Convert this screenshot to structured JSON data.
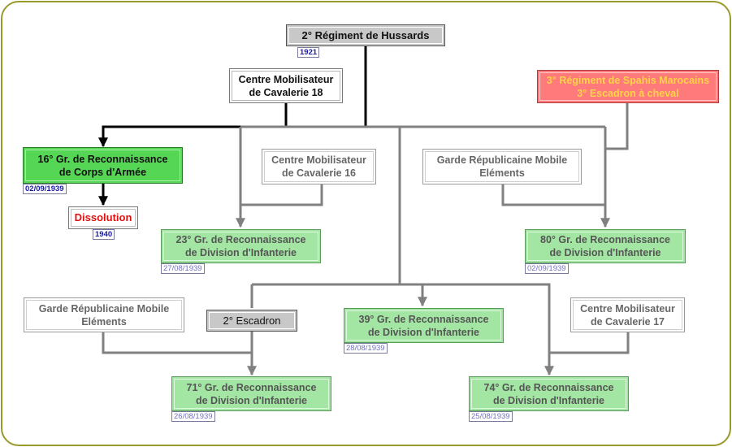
{
  "nodes": {
    "hussards": {
      "label": "2° Régiment de Hussards",
      "date": "1921"
    },
    "cmc18": {
      "line1": "Centre Mobilisateur",
      "line2": "de Cavalerie 18"
    },
    "spahis": {
      "line1": "3° Régiment de Spahis Marocains",
      "line2": "3° Escadron à cheval"
    },
    "gr16ca": {
      "line1": "16° Gr. de Reconnaissance",
      "line2": "de Corps d'Armée",
      "date": "02/09/1939"
    },
    "cmc16": {
      "line1": "Centre Mobilisateur",
      "line2": "de Cavalerie 16"
    },
    "grm_a": {
      "line1": "Garde Républicaine Mobile",
      "line2": "Eléments"
    },
    "dissolution": {
      "label": "Dissolution",
      "date": "1940"
    },
    "gr23": {
      "line1": "23° Gr. de Reconnaissance",
      "line2": "de Division d'Infanterie",
      "date": "27/08/1939"
    },
    "gr80": {
      "line1": "80° Gr. de Reconnaissance",
      "line2": "de Division d'Infanterie",
      "date": "02/09/1939"
    },
    "grm_b": {
      "line1": "Garde Républicaine Mobile",
      "line2": "Eléments"
    },
    "esc2": {
      "label": "2° Escadron"
    },
    "gr39": {
      "line1": "39° Gr. de Reconnaissance",
      "line2": "de Division d'Infanterie",
      "date": "28/08/1939"
    },
    "cmc17": {
      "line1": "Centre Mobilisateur",
      "line2": "de Cavalerie 17"
    },
    "gr71": {
      "line1": "71° Gr. de Reconnaissance",
      "line2": "de Division d'Infanterie",
      "date": "26/08/1939"
    },
    "gr74": {
      "line1": "74° Gr. de Reconnaissance",
      "line2": "de Division d'Infanterie",
      "date": "25/08/1939"
    }
  },
  "colors": {
    "frame": "#9a9a2a",
    "main_line": "#000000",
    "secondary_line": "#808080",
    "active_unit": "#55d655",
    "unit": "#a3e6a3",
    "origin_unit": "#c8c8c8",
    "external_unit": "#ff7a7a",
    "dissolution_text": "#e01010"
  }
}
